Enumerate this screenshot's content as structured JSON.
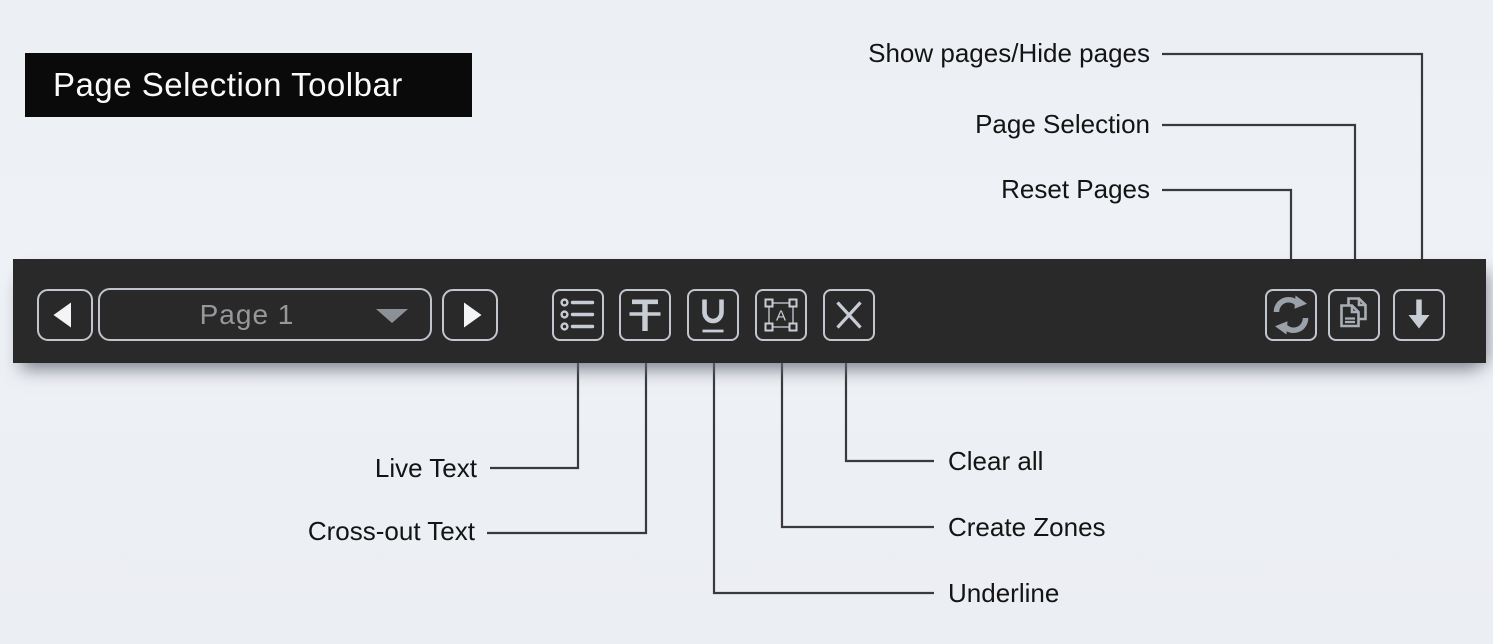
{
  "title": "Page Selection Toolbar",
  "toolbar": {
    "page_navigator": {
      "prev_icon": "left-triangle-icon",
      "next_icon": "right-triangle-icon",
      "dropdown_value": "Page 1",
      "dropdown_icon": "caret-down-icon"
    },
    "buttons": {
      "live_text": {
        "icon": "bullet-list-icon",
        "label": "Live Text"
      },
      "cross_out": {
        "icon": "crossed-t-icon",
        "label": "Cross-out Text"
      },
      "underline": {
        "icon": "underline-u-icon",
        "label": "Underline"
      },
      "create_zones": {
        "icon": "zone-select-icon",
        "label": "Create Zones"
      },
      "clear_all": {
        "icon": "x-icon",
        "label": "Clear all"
      },
      "reset_pages": {
        "icon": "refresh-icon",
        "label": "Reset Pages"
      },
      "page_selection": {
        "icon": "pages-icon",
        "label": "Page Selection"
      },
      "show_hide_pages": {
        "icon": "down-arrow-icon",
        "label": "Show pages/Hide pages"
      }
    }
  },
  "colors": {
    "toolbar_bg": "#29292a",
    "banner_bg": "#0a0a0a",
    "page_bg": "#eef1f5",
    "button_border": "#c2c6cd",
    "icon_light": "#c8cdd5",
    "icon_mid": "#9ba1a9",
    "callout_line": "#3a3a3c",
    "label_text": "#141414"
  }
}
